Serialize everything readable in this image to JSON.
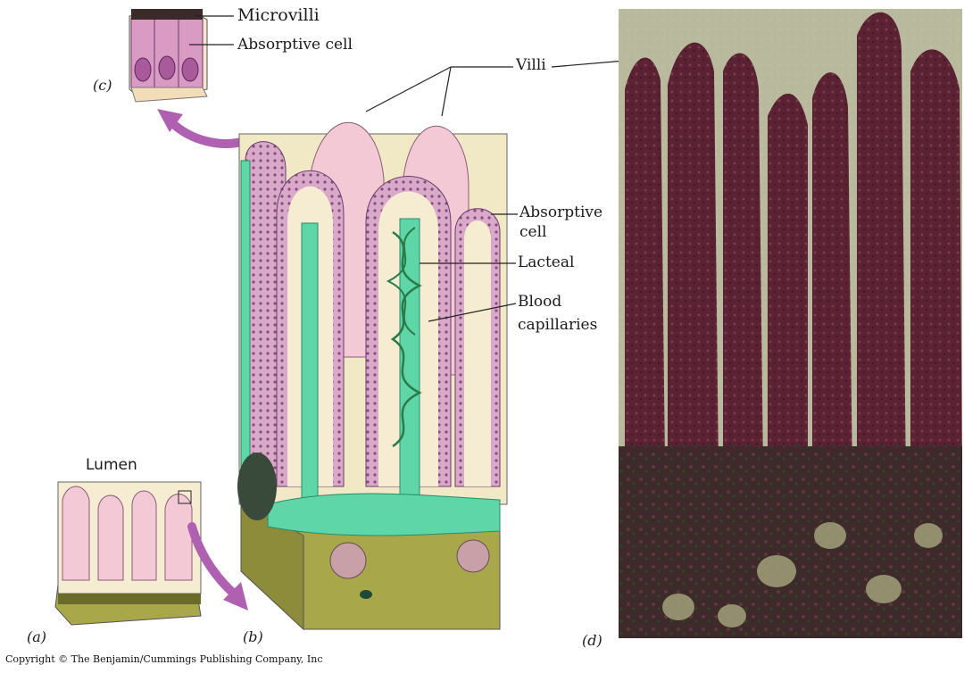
{
  "labels": {
    "microvilli": "Microvilli",
    "absorptive_cell_c": "Absorptive cell",
    "panel_c": "(c)",
    "villi": "Villi",
    "absorptive_cell_b_line1": "Absorptive",
    "absorptive_cell_b_line2": "cell",
    "lacteal": "Lacteal",
    "blood_line1": "Blood",
    "blood_line2": "capillaries",
    "lumen": "Lumen",
    "panel_a": "(a)",
    "panel_b": "(b)",
    "panel_d": "(d)"
  },
  "copyright": "Copyright © The Benjamin/Cummings Publishing Company, Inc",
  "colors": {
    "villus_pink": "#f2c9d4",
    "epithelium_purple": "#b07aa8",
    "lacteal_green": "#5fd6a8",
    "connective_olive": "#a8a84a",
    "micrograph_maroon": "#6a2c3c",
    "arrow_purple": "#b060b0"
  }
}
